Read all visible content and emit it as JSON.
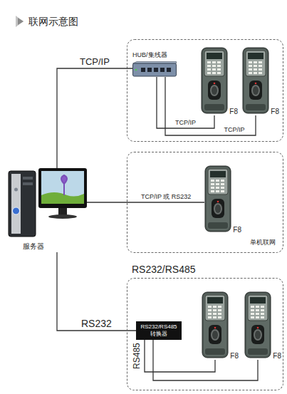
{
  "diagram": {
    "title": "联网示意图",
    "nodes": [
      {
        "text": [
          "服务器"
        ]
      },
      {
        "text": [
          "HUB/集线器"
        ]
      },
      {
        "text": [
          "F8"
        ]
      },
      {
        "text": [
          "F8"
        ]
      },
      {
        "text": [
          "单机联网"
        ]
      },
      {
        "text": [
          "F8"
        ],
        "in": 4
      },
      {
        "text": [
          "RS232/RS485"
        ]
      },
      {
        "text": [
          "RS232/RS485 转换器"
        ],
        "in": 6
      },
      {
        "text": [
          "F8"
        ],
        "in": 6
      },
      {
        "text": [
          "F8"
        ],
        "in": 6
      }
    ],
    "edges": [
      {
        "from": 0,
        "to": 1,
        "label": "TCP/IP",
        "arrow": "none"
      },
      {
        "from": 1,
        "to": 2,
        "label": "TCP/IP",
        "arrow": "none"
      },
      {
        "from": 1,
        "to": 3,
        "label": "TCP/IP",
        "arrow": "none"
      },
      {
        "from": 0,
        "to": 5,
        "label": "TCP/IP 或 RS232",
        "arrow": "none"
      },
      {
        "from": 0,
        "to": 7,
        "label": "RS232",
        "arrow": "none"
      },
      {
        "from": 7,
        "to": 8,
        "label": "RS485",
        "arrow": "none"
      },
      {
        "from": 7,
        "to": 9,
        "arrow": "none"
      }
    ]
  }
}
